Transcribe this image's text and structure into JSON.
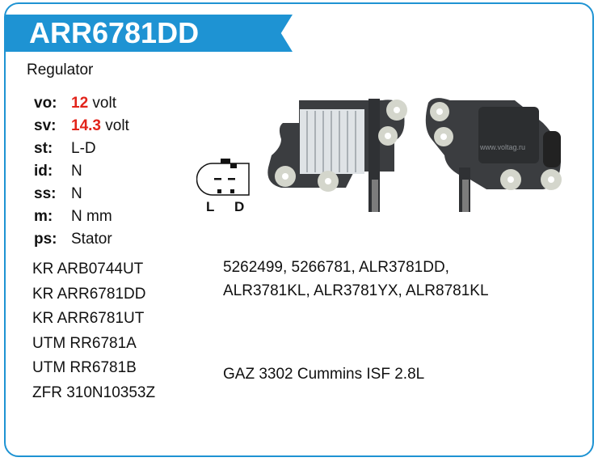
{
  "title": "ARR6781DD",
  "type": "Regulator",
  "specs": [
    {
      "key": "vo:",
      "value": "12",
      "unit": " volt",
      "highlight": true
    },
    {
      "key": "sv:",
      "value": "14.3",
      "unit": " volt",
      "highlight": true
    },
    {
      "key": "st:",
      "value": "L-D"
    },
    {
      "key": "id:",
      "value": "N"
    },
    {
      "key": "ss:",
      "value": "N"
    },
    {
      "key": "m:",
      "value": "N mm"
    },
    {
      "key": "ps:",
      "value": "Stator"
    }
  ],
  "cross_refs": [
    "KR ARB0744UT",
    "KR ARR6781DD",
    "KR ARR6781UT",
    "UTM RR6781A",
    "UTM RR6781B",
    "ZFR 310N10353Z"
  ],
  "oem_numbers": [
    "5262499, 5266781, ALR3781DD,",
    "ALR3781KL, ALR3781YX, ALR8781KL"
  ],
  "application": "GAZ 3302 Cummins ISF 2.8L",
  "connector": {
    "pins": [
      "L",
      "D"
    ]
  },
  "watermark": "www.voltag.ru",
  "colors": {
    "accent": "#1e93d3",
    "highlight": "#e2231a"
  }
}
